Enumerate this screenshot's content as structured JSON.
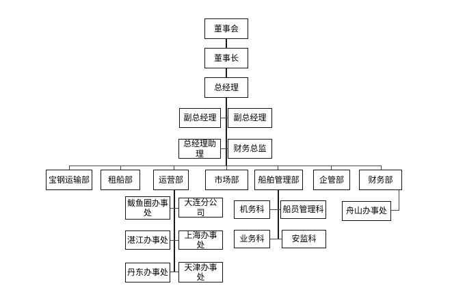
{
  "org_chart": {
    "executive": {
      "board": "董事会",
      "chairman": "董事长",
      "general_manager": "总经理",
      "deputy_gm_1": "副总经理",
      "deputy_gm_2": "副总经理",
      "gm_assistant": "总经理助理",
      "finance_director": "财务总监"
    },
    "departments": {
      "baosteel_transport": "宝钢运输部",
      "chartering": "租船部",
      "operations": "运营部",
      "marketing": "市场部",
      "ship_management": "船舶管理部",
      "enterprise_management": "企管部",
      "finance": "财务部"
    },
    "operations_children": {
      "bayuquan_office": "鲅鱼圈办事处",
      "dalian_branch": "大连分公司",
      "zhanjiang_office": "湛江办事处",
      "shanghai_office": "上海办事处",
      "dandong_office": "丹东办事处",
      "tianjin_office": "天津办事处"
    },
    "ship_management_children": {
      "engineering_section": "机务科",
      "crew_management_section": "船员管理科",
      "business_section": "业务科",
      "safety_supervision_section": "安监科"
    },
    "finance_children": {
      "zhoushan_office": "舟山办事处"
    },
    "colors": {
      "background": "#ffffff",
      "box_border": "#111111",
      "connector": "#464646",
      "text": "#000000"
    }
  }
}
